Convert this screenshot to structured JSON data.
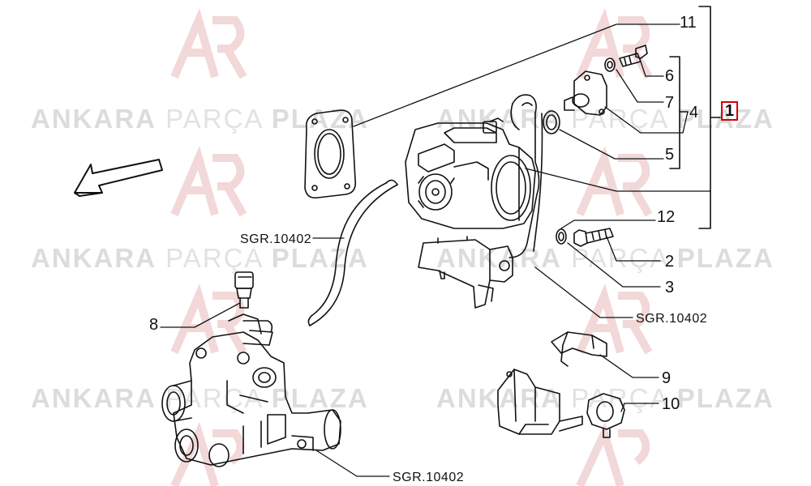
{
  "watermark": {
    "word1": "ANKARA",
    "word2": "PARÇA",
    "word3": "PLAZA"
  },
  "callouts": [
    {
      "id": "1",
      "label": "1",
      "highlighted": true
    },
    {
      "id": "2",
      "label": "2"
    },
    {
      "id": "3",
      "label": "3"
    },
    {
      "id": "4",
      "label": "4"
    },
    {
      "id": "5",
      "label": "5"
    },
    {
      "id": "6",
      "label": "6"
    },
    {
      "id": "7",
      "label": "7"
    },
    {
      "id": "8",
      "label": "8"
    },
    {
      "id": "9",
      "label": "9"
    },
    {
      "id": "10",
      "label": "10"
    },
    {
      "id": "11",
      "label": "11"
    },
    {
      "id": "12",
      "label": "12"
    }
  ],
  "references": [
    "SGR.10402",
    "SGR.10402",
    "SGR.10402"
  ],
  "colors": {
    "line": "#111111",
    "highlight_box": "#d40000",
    "watermark": "#dcdcdc",
    "logo_tint": "#f0dada"
  },
  "icons": [
    "front-direction-arrow-icon",
    "ap-logo-watermark-icon"
  ]
}
